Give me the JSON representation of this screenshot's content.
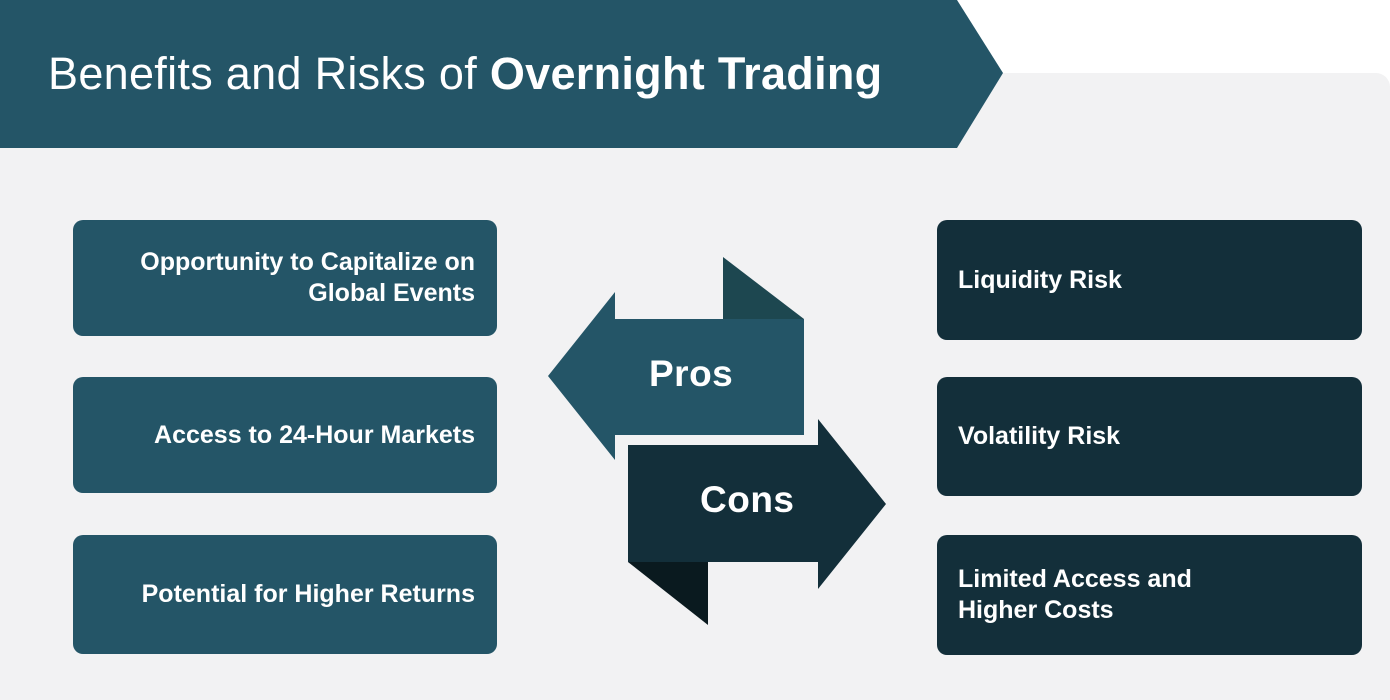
{
  "header": {
    "title_prefix": "Benefits and Risks of ",
    "title_bold": "Overnight Trading"
  },
  "pros": {
    "label": "Pros",
    "items": [
      "Opportunity to Capitalize on Global Events",
      "Access to 24-Hour Markets",
      "Potential for Higher Returns"
    ]
  },
  "cons": {
    "label": "Cons",
    "items": [
      "Liquidity Risk",
      "Volatility Risk",
      "Limited Access and Higher Costs"
    ]
  },
  "colors": {
    "banner": "#245567",
    "pro_card": "#245567",
    "con_card": "#132f3a",
    "pro_arrow_fold": "#1d4750",
    "con_arrow_fold": "#0a1a1f",
    "panel": "#f2f2f3"
  }
}
